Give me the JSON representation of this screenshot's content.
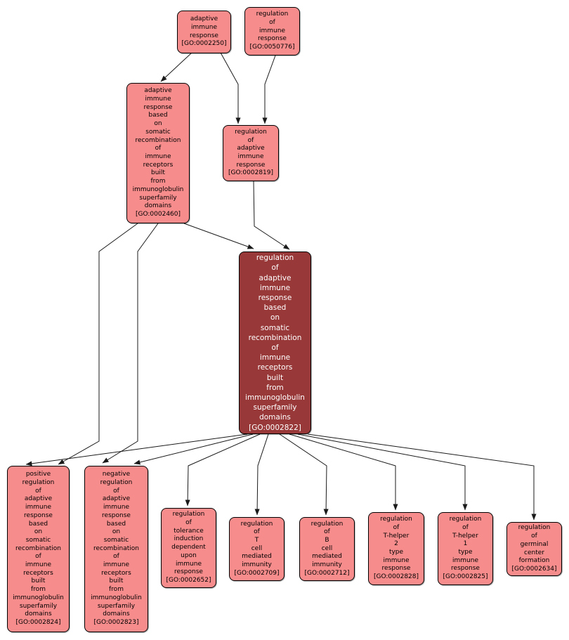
{
  "diagram": {
    "type": "gene-ontology-term-graph",
    "colors": {
      "background": "#ffffff",
      "node_fill": "#f78c8c",
      "highlight_fill": "#993838",
      "node_border": "#000000",
      "edge": "#1a1a1a"
    },
    "nodes": [
      {
        "id": "GO:0002250",
        "highlight": false,
        "text": "adaptive\nimmune\nresponse\n[GO:0002250]"
      },
      {
        "id": "GO:0050776",
        "highlight": false,
        "text": "regulation\nof\nimmune\nresponse\n[GO:0050776]"
      },
      {
        "id": "GO:0002460",
        "highlight": false,
        "text": "adaptive\nimmune\nresponse\nbased\non\nsomatic\nrecombination\nof\nimmune\nreceptors\nbuilt\nfrom\nimmunoglobulin\nsuperfamily\ndomains\n[GO:0002460]"
      },
      {
        "id": "GO:0002819",
        "highlight": false,
        "text": "regulation\nof\nadaptive\nimmune\nresponse\n[GO:0002819]"
      },
      {
        "id": "GO:0002822",
        "highlight": true,
        "text": "regulation\nof\nadaptive\nimmune\nresponse\nbased\non\nsomatic\nrecombination\nof\nimmune\nreceptors\nbuilt\nfrom\nimmunoglobulin\nsuperfamily\ndomains\n[GO:0002822]"
      },
      {
        "id": "GO:0002824",
        "highlight": false,
        "text": "positive\nregulation\nof\nadaptive\nimmune\nresponse\nbased\non\nsomatic\nrecombination\nof\nimmune\nreceptors\nbuilt\nfrom\nimmunoglobulin\nsuperfamily\ndomains\n[GO:0002824]"
      },
      {
        "id": "GO:0002823",
        "highlight": false,
        "text": "negative\nregulation\nof\nadaptive\nimmune\nresponse\nbased\non\nsomatic\nrecombination\nof\nimmune\nreceptors\nbuilt\nfrom\nimmunoglobulin\nsuperfamily\ndomains\n[GO:0002823]"
      },
      {
        "id": "GO:0002652",
        "highlight": false,
        "text": "regulation\nof\ntolerance\ninduction\ndependent\nupon\nimmune\nresponse\n[GO:0002652]"
      },
      {
        "id": "GO:0002709",
        "highlight": false,
        "text": "regulation\nof\nT\ncell\nmediated\nimmunity\n[GO:0002709]"
      },
      {
        "id": "GO:0002712",
        "highlight": false,
        "text": "regulation\nof\nB\ncell\nmediated\nimmunity\n[GO:0002712]"
      },
      {
        "id": "GO:0002828",
        "highlight": false,
        "text": "regulation\nof\nT-helper\n2\ntype\nimmune\nresponse\n[GO:0002828]"
      },
      {
        "id": "GO:0002825",
        "highlight": false,
        "text": "regulation\nof\nT-helper\n1\ntype\nimmune\nresponse\n[GO:0002825]"
      },
      {
        "id": "GO:0002634",
        "highlight": false,
        "text": "regulation\nof\ngerminal\ncenter\nformation\n[GO:0002634]"
      }
    ],
    "edges": [
      {
        "from": "GO:0002250",
        "to": "GO:0002460"
      },
      {
        "from": "GO:0002250",
        "to": "GO:0002819"
      },
      {
        "from": "GO:0050776",
        "to": "GO:0002819"
      },
      {
        "from": "GO:0002460",
        "to": "GO:0002822"
      },
      {
        "from": "GO:0002819",
        "to": "GO:0002822"
      },
      {
        "from": "GO:0002460",
        "to": "GO:0002824"
      },
      {
        "from": "GO:0002460",
        "to": "GO:0002823"
      },
      {
        "from": "GO:0002822",
        "to": "GO:0002824"
      },
      {
        "from": "GO:0002822",
        "to": "GO:0002823"
      },
      {
        "from": "GO:0002822",
        "to": "GO:0002652"
      },
      {
        "from": "GO:0002822",
        "to": "GO:0002709"
      },
      {
        "from": "GO:0002822",
        "to": "GO:0002712"
      },
      {
        "from": "GO:0002822",
        "to": "GO:0002828"
      },
      {
        "from": "GO:0002822",
        "to": "GO:0002825"
      },
      {
        "from": "GO:0002822",
        "to": "GO:0002634"
      }
    ]
  }
}
